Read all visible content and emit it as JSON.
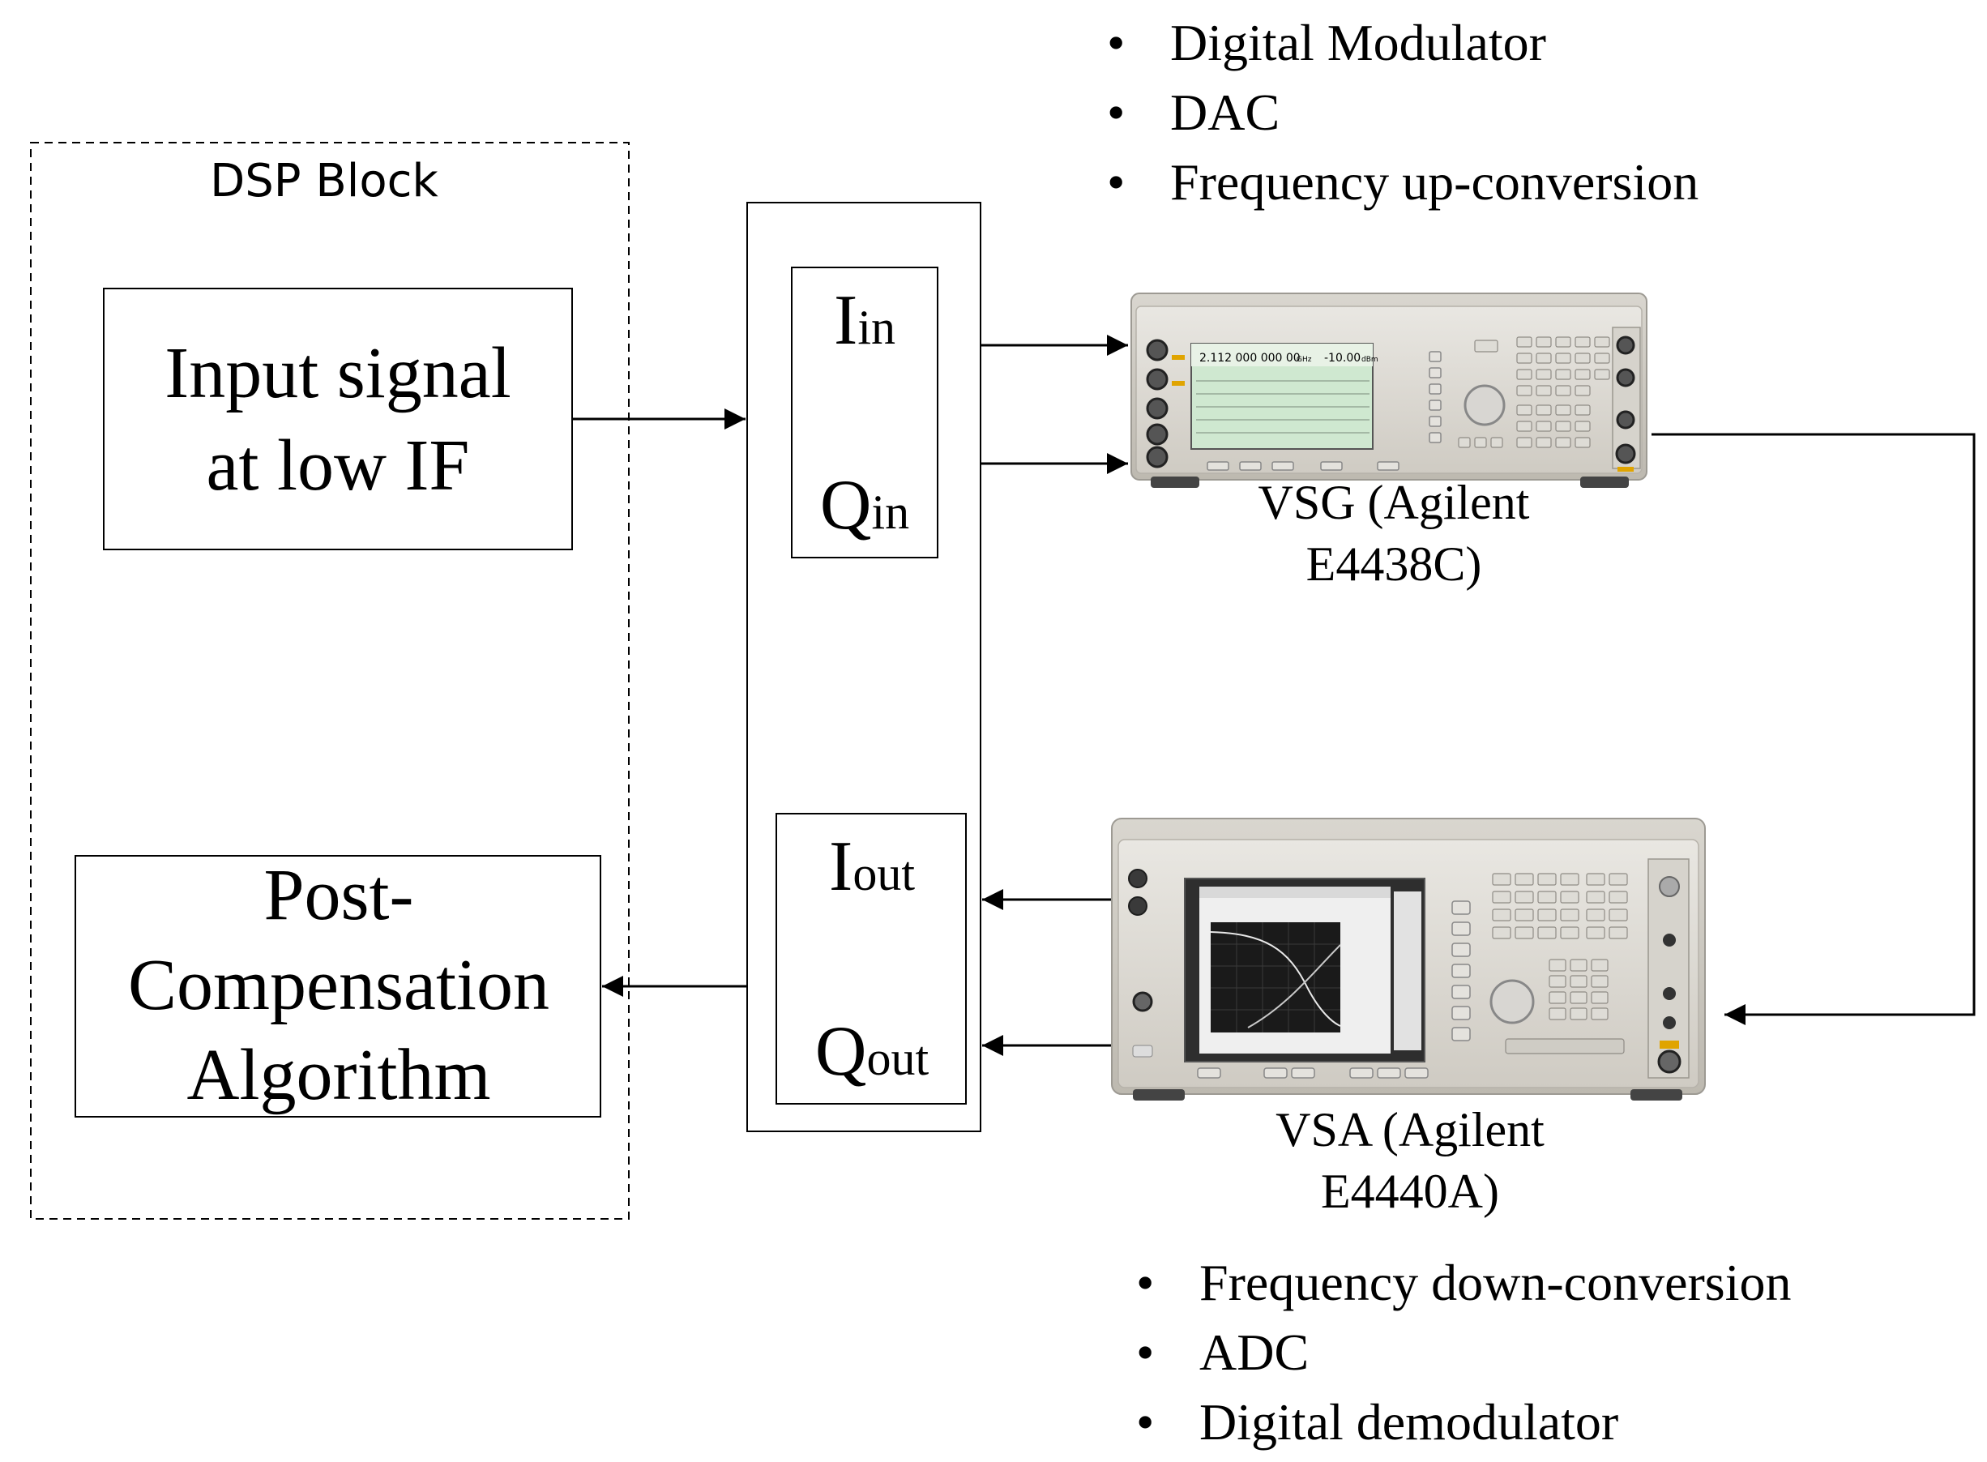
{
  "dsp_block": {
    "label": "DSP Block"
  },
  "input_signal": {
    "line1": "Input signal",
    "line2": "at low IF"
  },
  "post_comp": {
    "line1": "Post-",
    "line2": "Compensation",
    "line3": "Algorithm"
  },
  "iq_in": {
    "i_main": "I",
    "i_sub": "in",
    "q_main": "Q",
    "q_sub": "in"
  },
  "iq_out": {
    "i_main": "I",
    "i_sub": "out",
    "q_main": "Q",
    "q_sub": "out"
  },
  "vsg": {
    "caption_line1": "VSG (Agilent",
    "caption_line2": "E4438C)",
    "bullets": [
      "Digital Modulator",
      "DAC",
      "Frequency up-conversion"
    ],
    "screen": {
      "frequency": "2.112 000 000 00",
      "freq_unit": "GHz",
      "amplitude": "-10.00",
      "amp_unit": "dBm"
    }
  },
  "vsa": {
    "caption_line1": "VSA (Agilent",
    "caption_line2": "E4440A)",
    "bullets": [
      "Frequency down-conversion",
      "ADC",
      "Digital demodulator"
    ]
  },
  "bullet_glyph": "•"
}
